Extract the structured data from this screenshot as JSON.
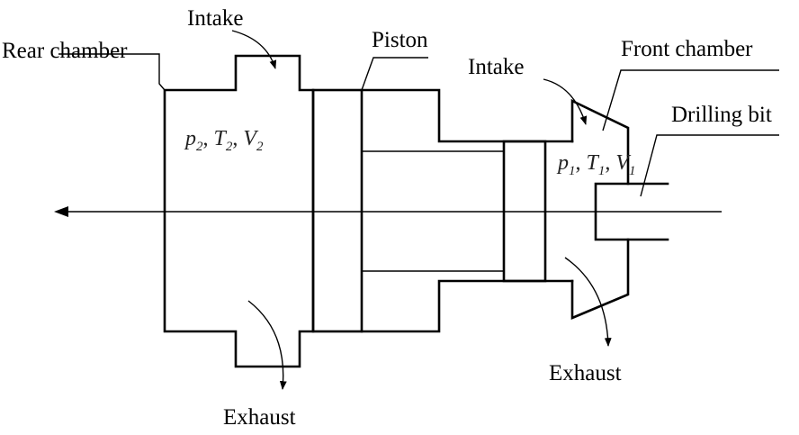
{
  "labels": {
    "rear_chamber": "Rear chamber",
    "intake_top": "Intake",
    "piston": "Piston",
    "intake_front": "Intake",
    "front_chamber": "Front chamber",
    "drilling_bit": "Drilling bit",
    "exhaust_left": "Exhaust",
    "exhaust_right": "Exhaust"
  },
  "state_rear": {
    "p": "p",
    "p_sub": "2",
    "T": "T",
    "T_sub": "2",
    "V": "V",
    "V_sub": "2"
  },
  "state_front": {
    "p": "p",
    "p_sub": "1",
    "T": "T",
    "T_sub": "1",
    "V": "V",
    "V_sub": "1"
  }
}
